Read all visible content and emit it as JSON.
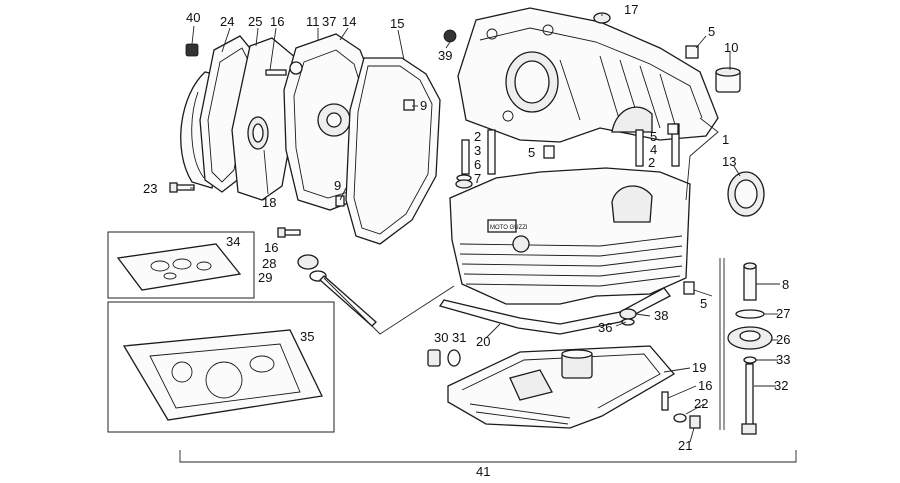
{
  "callouts": [
    {
      "id": "c40",
      "label": "40"
    },
    {
      "id": "c24",
      "label": "24"
    },
    {
      "id": "c25",
      "label": "25"
    },
    {
      "id": "c16a",
      "label": "16"
    },
    {
      "id": "c11",
      "label": "11"
    },
    {
      "id": "c37",
      "label": "37"
    },
    {
      "id": "c14",
      "label": "14"
    },
    {
      "id": "c15",
      "label": "15"
    },
    {
      "id": "c39",
      "label": "39"
    },
    {
      "id": "c17",
      "label": "17"
    },
    {
      "id": "c5a",
      "label": "5"
    },
    {
      "id": "c10",
      "label": "10"
    },
    {
      "id": "c9a",
      "label": "9"
    },
    {
      "id": "c2a",
      "label": "2"
    },
    {
      "id": "c3",
      "label": "3"
    },
    {
      "id": "c6",
      "label": "6"
    },
    {
      "id": "c7",
      "label": "7"
    },
    {
      "id": "c5b",
      "label": "5"
    },
    {
      "id": "c5c",
      "label": "5"
    },
    {
      "id": "c4",
      "label": "4"
    },
    {
      "id": "c2b",
      "label": "2"
    },
    {
      "id": "c1",
      "label": "1"
    },
    {
      "id": "c13",
      "label": "13"
    },
    {
      "id": "c9b",
      "label": "9"
    },
    {
      "id": "c23",
      "label": "23"
    },
    {
      "id": "c18",
      "label": "18"
    },
    {
      "id": "c34",
      "label": "34"
    },
    {
      "id": "c16b",
      "label": "16"
    },
    {
      "id": "c28",
      "label": "28"
    },
    {
      "id": "c29",
      "label": "29"
    },
    {
      "id": "c8",
      "label": "8"
    },
    {
      "id": "c5d",
      "label": "5"
    },
    {
      "id": "c27",
      "label": "27"
    },
    {
      "id": "c38",
      "label": "38"
    },
    {
      "id": "c36",
      "label": "36"
    },
    {
      "id": "c35",
      "label": "35"
    },
    {
      "id": "c30",
      "label": "30"
    },
    {
      "id": "c31",
      "label": "31"
    },
    {
      "id": "c20",
      "label": "20"
    },
    {
      "id": "c26",
      "label": "26"
    },
    {
      "id": "c33",
      "label": "33"
    },
    {
      "id": "c19",
      "label": "19"
    },
    {
      "id": "c16c",
      "label": "16"
    },
    {
      "id": "c32",
      "label": "32"
    },
    {
      "id": "c22",
      "label": "22"
    },
    {
      "id": "c21",
      "label": "21"
    },
    {
      "id": "c41",
      "label": "41"
    }
  ],
  "crankcase_badge": "MOTO GUZZI"
}
